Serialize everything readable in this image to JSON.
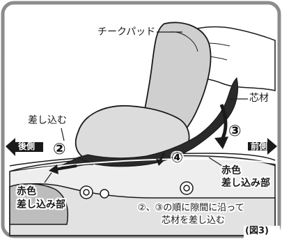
{
  "labels": {
    "cheek_pad": "チークパッド",
    "core": "芯材",
    "push_in": "差し込む",
    "rear": "後側",
    "front": "前側",
    "red_label_right": "赤色",
    "insert_part_right": "差し込み部",
    "red_label_left": "赤色",
    "insert_part_left": "差し込み部",
    "instruction_line1": "②、③の順に隙間に沿って",
    "instruction_line2": "芯材を差し込む",
    "figure_number": "(図3)"
  },
  "markers": {
    "step2": "②",
    "step3": "③",
    "step4": "④"
  },
  "colors": {
    "frame": "#8c8c8c",
    "pad_fill": "#d9d9d9",
    "core_fill": "#2a2a2a",
    "helmet_fill": "#e6e6e6",
    "arrow": "#1a1a1a"
  }
}
